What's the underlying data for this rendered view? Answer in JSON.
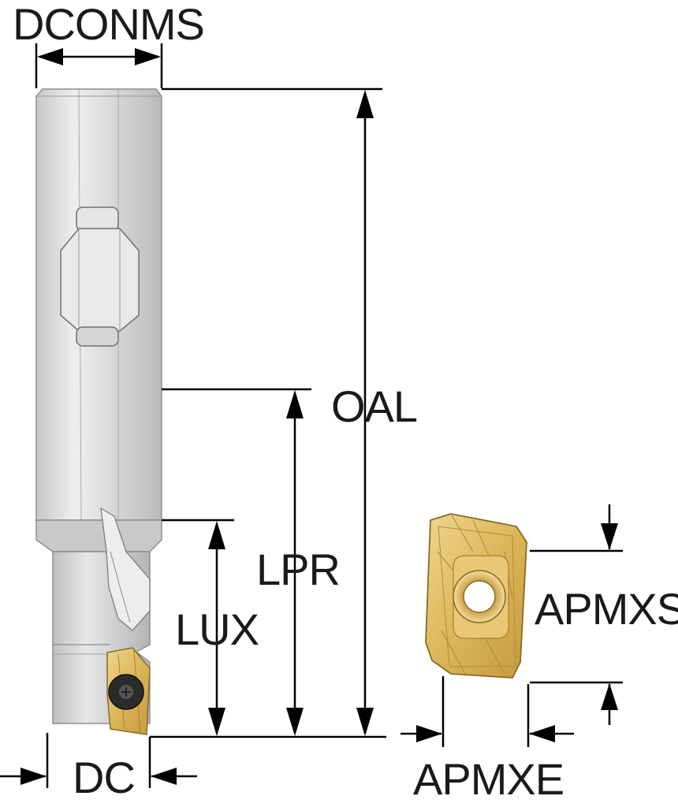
{
  "labels": {
    "dconms": "DCONMS",
    "oal": "OAL",
    "lpr": "LPR",
    "lux": "LUX",
    "dc": "DC",
    "apmxs": "APMXS",
    "apmxe": "APMXE"
  },
  "colors": {
    "shank": "#d9dadb",
    "shank_highlight": "#ededee",
    "shank_shadow": "#bdbec0",
    "neck": "#cfd0d2",
    "insert_gold": "#d9b45a",
    "insert_gold_dark": "#b8913a",
    "insert_gold_light": "#eed79a",
    "line": "#000000"
  }
}
